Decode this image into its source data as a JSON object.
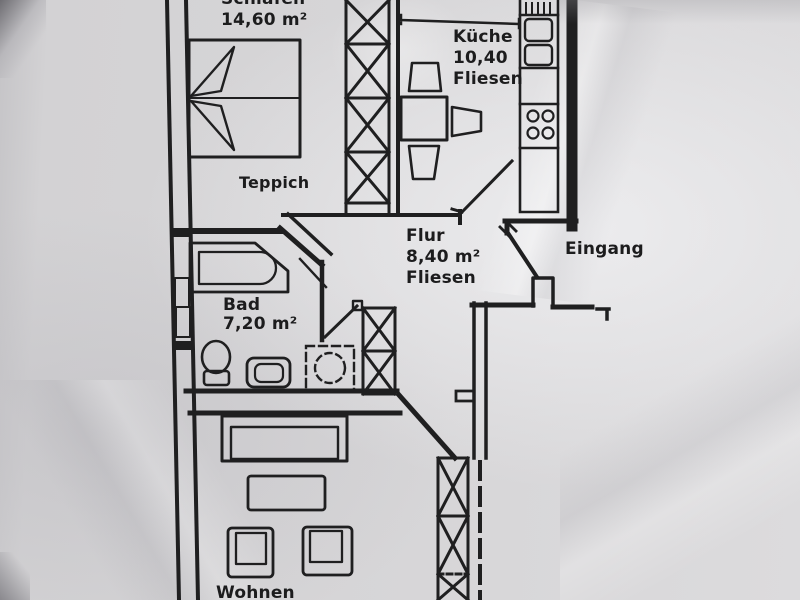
{
  "photo": {
    "kind": "apartment floor plan drawing photographed on creased paper",
    "language": "de"
  },
  "colors": {
    "paper": "#d5d4d6",
    "ink": "#1f1f20",
    "label_text": "#1c1c1d"
  },
  "rooms": [
    {
      "id": "schlafen",
      "label": "Schlafen",
      "area": "14,60 m²",
      "floor": "Teppich"
    },
    {
      "id": "kueche",
      "label": "Küche",
      "area": "10,40",
      "floor": "Fliesen"
    },
    {
      "id": "flur",
      "label": "Flur",
      "area": "8,40 m²",
      "floor": "Fliesen"
    },
    {
      "id": "bad",
      "label": "Bad",
      "area": "7,20 m²"
    },
    {
      "id": "wohnen",
      "label": "Wohnen"
    },
    {
      "id": "eingang",
      "label": "Eingang"
    }
  ],
  "fixtures": {
    "schlafen": [
      "double-bed"
    ],
    "kueche": [
      "dining-table",
      "dining-chairs",
      "kitchen-counter",
      "sink",
      "cooktop"
    ],
    "bad": [
      "bathtub",
      "toilet",
      "washbasin",
      "washing-machine",
      "window"
    ],
    "wohnen": [
      "sofa",
      "coffee-table",
      "armchairs"
    ],
    "doors": [
      "entrance-door",
      "kitchen-door",
      "bad-door"
    ],
    "walls": [
      "hatched-shaft-top",
      "hatched-shaft-middle",
      "hatched-shaft-bottom"
    ]
  }
}
